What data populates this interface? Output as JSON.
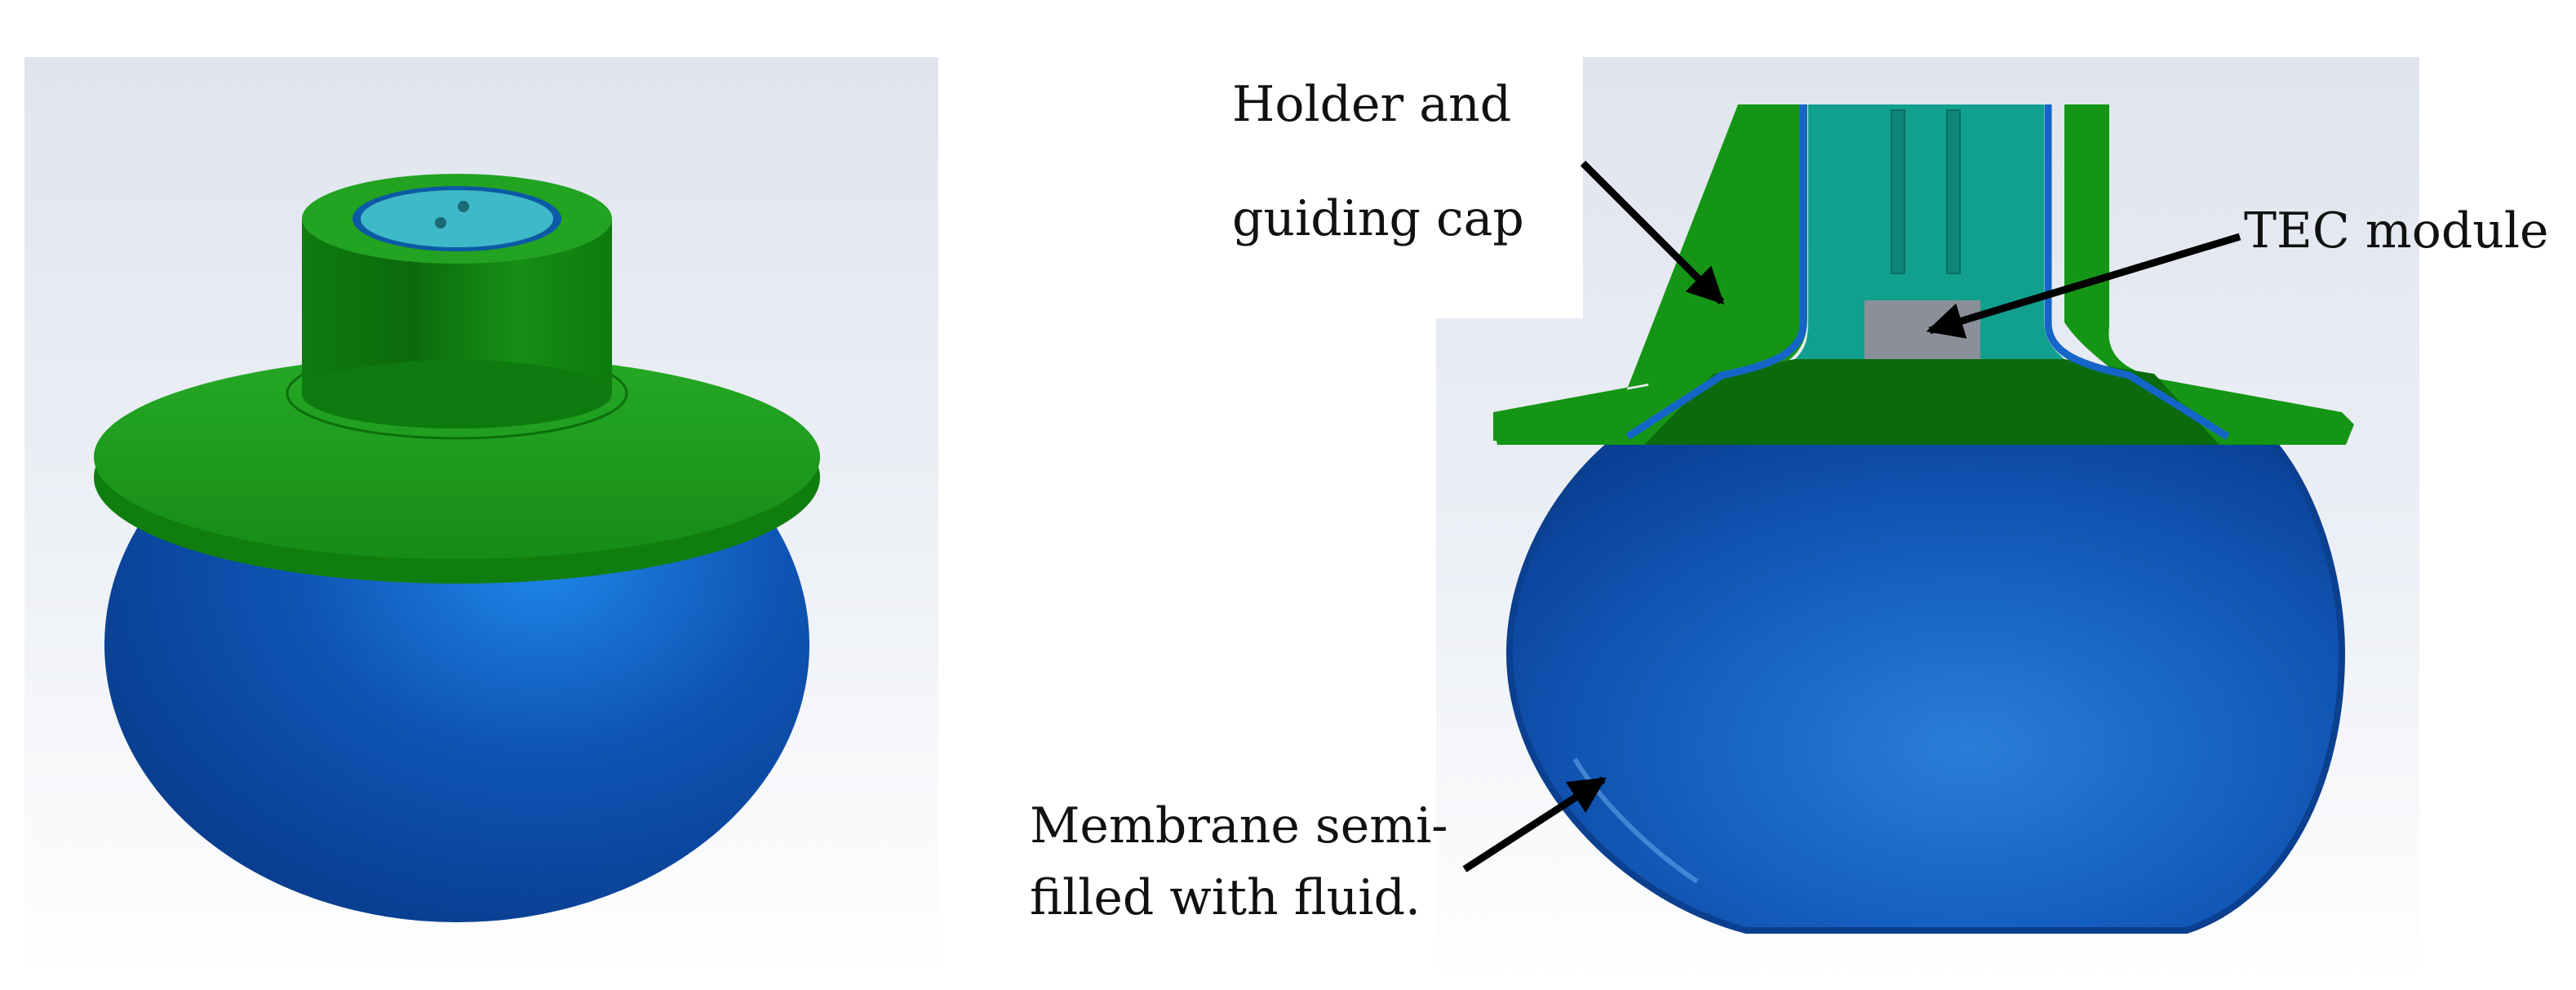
{
  "panels": {
    "left": {
      "content": "3D render of device: green holder with cylindrical cap on blue membrane dome"
    },
    "right": {
      "content": "Cross-section of device",
      "labels": {
        "holder_line1": "Holder and",
        "holder_line2": "guiding cap",
        "tec": "TEC module",
        "membrane_line1": "Membrane semi-",
        "membrane_line2": "filled with fluid."
      }
    }
  },
  "colors": {
    "green": "#149414",
    "green_dark": "#0a6a0a",
    "blue": "#1560c0",
    "blue_dark": "#0a3a8a",
    "teal": "#12a08e",
    "tec_grey": "#8a8f99",
    "arrow": "#000000"
  }
}
